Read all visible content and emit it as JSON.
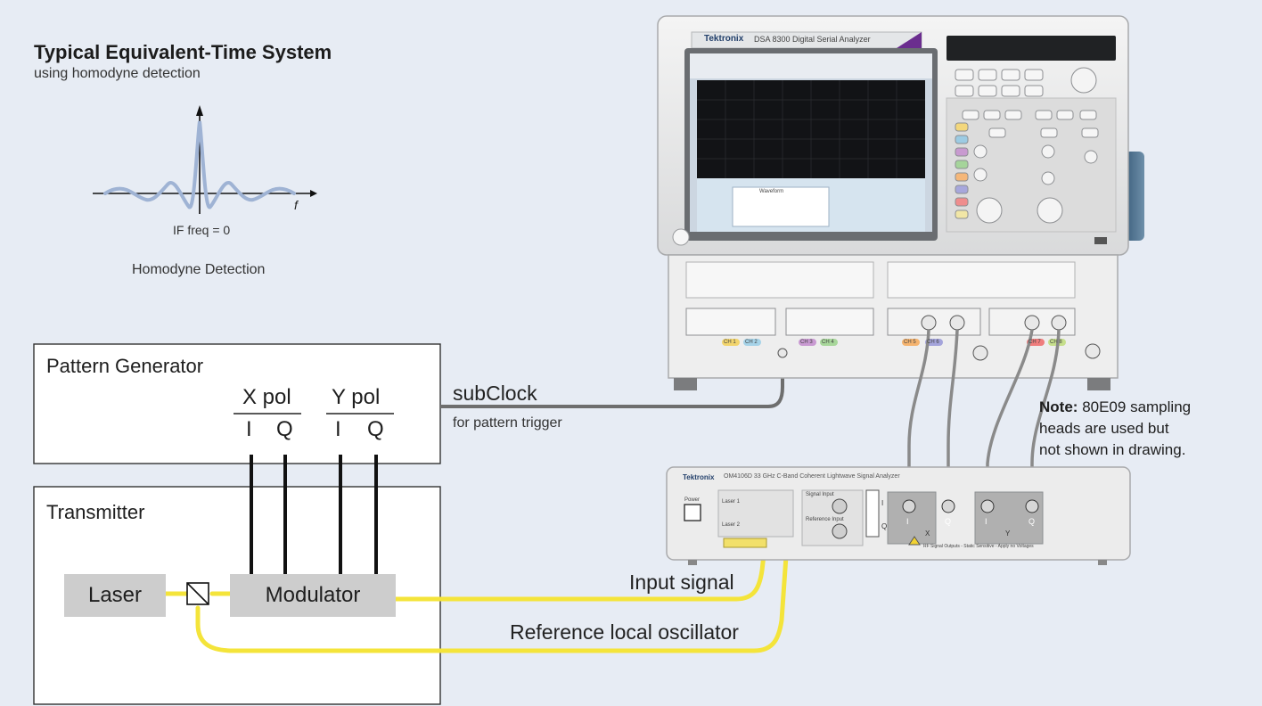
{
  "header": {
    "title": "Typical Equivalent-Time System",
    "subtitle": "using homodyne detection"
  },
  "spectrum": {
    "axis_label": "f",
    "if_label": "IF freq = 0",
    "caption": "Homodyne Detection"
  },
  "pattern_generator": {
    "label": "Pattern Generator",
    "x_pol": "X pol",
    "y_pol": "Y pol",
    "i": "I",
    "q": "Q"
  },
  "transmitter": {
    "label": "Transmitter",
    "laser": "Laser",
    "modulator": "Modulator"
  },
  "connections": {
    "subclock": "subClock",
    "subclock_sub": "for pattern trigger",
    "input_signal": "Input signal",
    "reference": "Reference local oscillator"
  },
  "note": {
    "label": "Note:",
    "text_1": "80E09 sampling",
    "text_2": "heads are used but",
    "text_3": "not shown in drawing."
  },
  "oscilloscope": {
    "brand": "Tektronix",
    "model": "DSA 8300 Digital Serial Analyzer",
    "ch1": "CH 1",
    "ch2": "CH 2",
    "ch3": "CH 3",
    "ch4": "CH 4",
    "ch5": "CH 5",
    "ch6": "CH 6",
    "ch7": "CH 7",
    "ch8": "CH 8",
    "waveform": "Waveform"
  },
  "analyzer": {
    "brand": "Tektronix",
    "model": "OM4106D 33 GHz C-Band Coherent Lightwave Signal Analyzer",
    "power": "Power",
    "laser1": "Laser 1",
    "laser2": "Laser 2",
    "signal_input": "Signal Input",
    "reference_input": "Reference Input",
    "port_i": "I",
    "port_q": "Q",
    "x": "X",
    "y": "Y",
    "warning": "RF Signal Outputs - Static Sensitive - Apply no Voltages"
  },
  "colors": {
    "background": "#e7ecf4",
    "fiber": "#f4e43a",
    "cable_gray": "#6e6e6e",
    "box_fill": "#cdcdcd",
    "curve": "#9fb3d4"
  }
}
